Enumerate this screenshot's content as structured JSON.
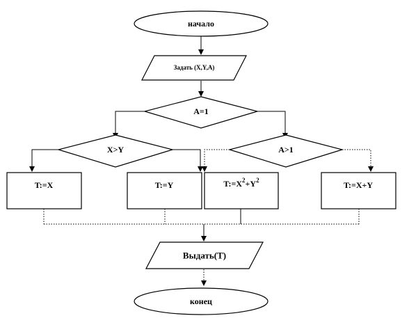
{
  "flowchart": {
    "start": "начало",
    "input": "Задать (X,Y,A)",
    "cond_a": "A=1",
    "cond_xy": "X>Y",
    "cond_a1": "A>1",
    "assign_x": "T:=X",
    "assign_y": "T:=Y",
    "assign_sq": {
      "prefix": "T:=X",
      "exp1": "2",
      "mid": "+Y",
      "exp2": "2"
    },
    "assign_sum": "T:=X+Y",
    "output": "Выдать(T)",
    "end": "конец"
  }
}
